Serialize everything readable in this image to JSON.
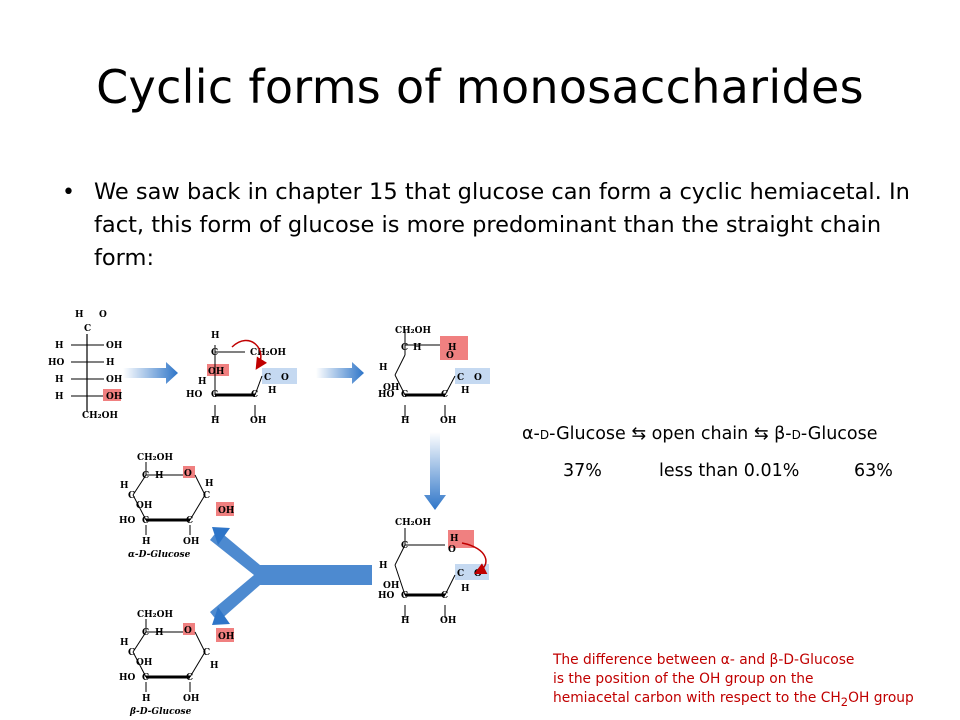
{
  "slide": {
    "title": "Cyclic forms of monosaccharides",
    "bullet": "We saw back in chapter 15 that glucose can form a cyclic hemiacetal.  In fact, this form of glucose is more predominant than the straight chain form:"
  },
  "equilibrium": {
    "alpha_prefix": "α-",
    "d_letter": "D",
    "alpha_name": "-Glucose",
    "arrow": "⇆",
    "middle": "open chain",
    "beta_prefix": "β-",
    "beta_name": "-Glucose",
    "pct_alpha": "37%",
    "pct_open": "less than 0.01%",
    "pct_beta": "63%"
  },
  "diagram": {
    "alpha_label": "α-D-Glucose",
    "beta_label": "β-D-Glucose"
  },
  "note": {
    "line1": "The difference between α- and β-D-Glucose",
    "line2": "is the position of the OH group on the",
    "line3_a": "hemiacetal carbon with respect to the CH",
    "line3_sub": "2",
    "line3_b": "OH group"
  },
  "colors": {
    "accent_red": "#c00000",
    "highlight_red": "#f08080",
    "highlight_blue": "#c5d9f1",
    "arrow_blue": "#2e75c8"
  }
}
